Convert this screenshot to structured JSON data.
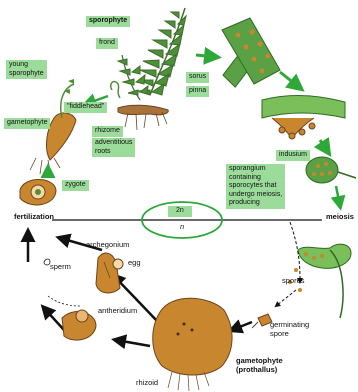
{
  "labels": {
    "sporophyte": "sporophyte",
    "frond": "frond",
    "young_sporophyte": "young\nsporophyte",
    "fiddlehead": "\"fiddlehead\"",
    "rhizome": "rhizome",
    "adventitious_roots": "adventitious\nroots",
    "sorus": "sorus",
    "pinna": "pinna",
    "gametophyte_top": "gametophyte",
    "zygote": "zygote",
    "indusium": "indusium",
    "sporangium": "sporangium\ncontaining\nsporocytes that\nundergo meiosis,\nproducing",
    "fertilization": "fertilization",
    "meiosis": "meiosis",
    "ploidy_2n": "2n",
    "ploidy_n": "n",
    "archegonium": "archegonium",
    "egg": "egg",
    "sperm": "sperm",
    "spores": "spores",
    "antheridium": "antheridium",
    "germinating_spore": "germinating\nspore",
    "gametophyte_prothallus": "gametophyte\n(prothallus)",
    "rhizoid": "rhizoid"
  },
  "colors": {
    "label_box": "#9bdc9b",
    "arrow_green": "#2fa83a",
    "tissue_tan": "#c8862e",
    "frond_green": "#4f8f3a"
  }
}
